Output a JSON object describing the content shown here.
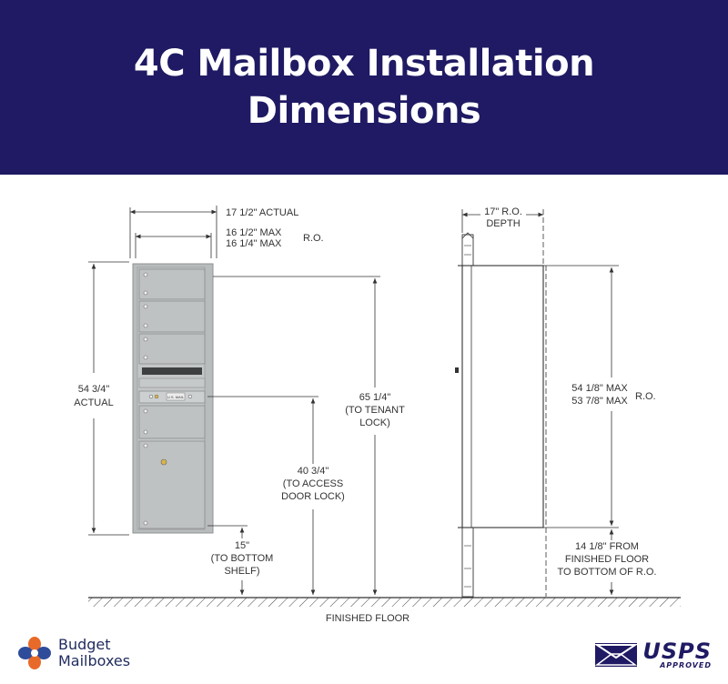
{
  "header": {
    "title_line1": "4C Mailbox Installation",
    "title_line2": "Dimensions"
  },
  "front_view": {
    "width_actual": "17 1/2\" ACTUAL",
    "ro_width_max": "16 1/2\" MAX",
    "ro_width_min": "16 1/4\" MAX",
    "ro_label": "R.O.",
    "height_actual_value": "54 3/4\"",
    "height_actual_label": "ACTUAL",
    "tenant_lock_1": "65 1/4\"",
    "tenant_lock_2": "(TO TENANT",
    "tenant_lock_3": "LOCK)",
    "access_lock_1": "40 3/4\"",
    "access_lock_2": "(TO ACCESS",
    "access_lock_3": "DOOR LOCK)",
    "bottom_shelf_1": "15\"",
    "bottom_shelf_2": "(TO BOTTOM",
    "bottom_shelf_3": "SHELF)",
    "slot_label": "U.S. MAIL"
  },
  "side_view": {
    "depth_1": "17\"  R.O.",
    "depth_2": "DEPTH",
    "ro_height_max": "54 1/8\" MAX",
    "ro_height_min": "53 7/8\" MAX",
    "ro_label": "R.O.",
    "floor_to_ro_1": "14 1/8\"  FROM",
    "floor_to_ro_2": "FINISHED FLOOR",
    "floor_to_ro_3": "TO BOTTOM OF R.O."
  },
  "floor_label": "FINISHED FLOOR",
  "footer": {
    "brand_line1": "Budget",
    "brand_line2": "Mailboxes",
    "usps_big": "USPS",
    "usps_small": "APPROVED"
  },
  "colors": {
    "header_bg": "#1f1a63",
    "mailbox_gray": "#b9bcbd",
    "line": "#333333"
  }
}
